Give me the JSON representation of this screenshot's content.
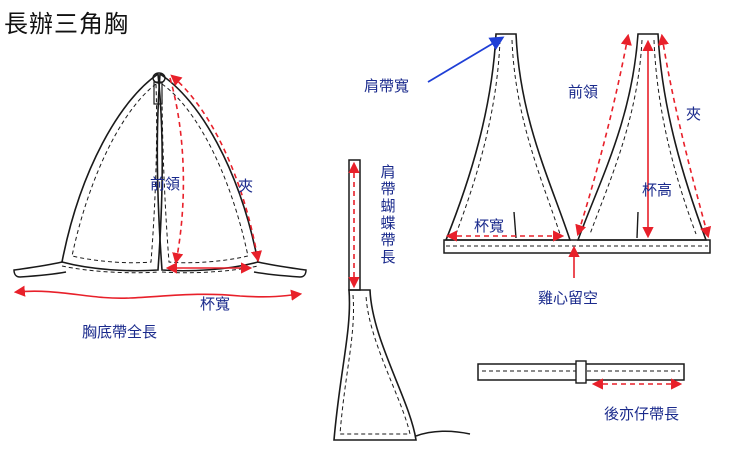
{
  "title": "長辦三角胸",
  "labels": {
    "front_neck_left": "前領",
    "side_left": "夾",
    "cup_width_left": "杯寬",
    "underband_length": "胸底帶全長",
    "strap_bow_length": "肩帶蝴蝶帶長",
    "strap_width": "肩帶寬",
    "front_neck_right": "前領",
    "side_right": "夾",
    "cup_height": "杯高",
    "cup_width_right": "杯寬",
    "center_gap": "雞心留空",
    "back_tie_length": "後亦仔帶長"
  },
  "colors": {
    "outline": "#1a1a1a",
    "measure": "#e8202a",
    "pointer": "#1f3fd6",
    "label": "#1a2a8c"
  }
}
